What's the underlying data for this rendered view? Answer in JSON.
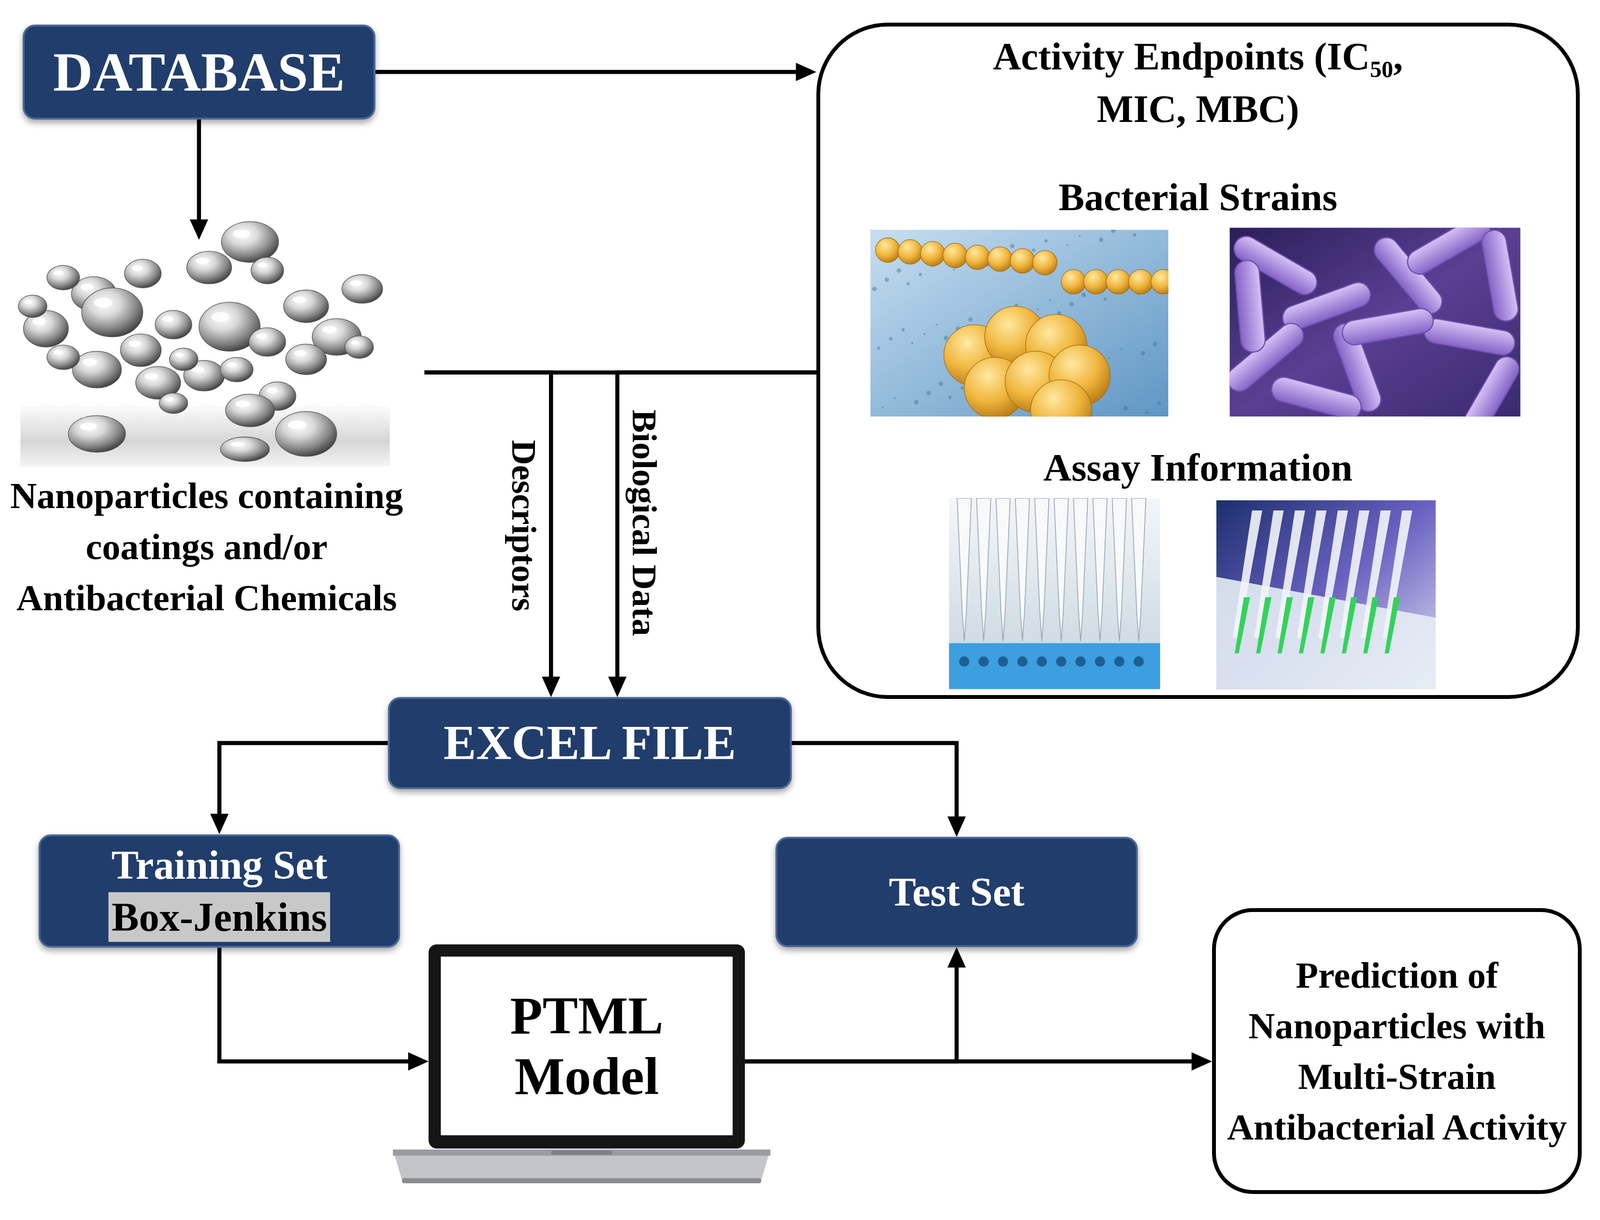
{
  "diagram": {
    "nodes": [
      {
        "text": [
          "DATABASE"
        ]
      },
      {
        "text": [
          "Activity Endpoints (IC₅₀, MIC, MBC)",
          "Bacterial Strains",
          "Assay Information"
        ]
      },
      {
        "text": [
          "Nanoparticles containing coatings and/or Antibacterial Chemicals"
        ]
      },
      {
        "text": [
          "EXCEL FILE"
        ]
      },
      {
        "text": [
          "Training Set",
          "Box-Jenkins"
        ]
      },
      {
        "text": [
          "Test Set"
        ]
      },
      {
        "text": [
          "PTML Model"
        ]
      },
      {
        "text": [
          "Prediction of Nanoparticles with Multi-Strain Antibacterial Activity"
        ]
      }
    ],
    "edges": [
      {
        "from": 0,
        "to": 1,
        "arrow": "to"
      },
      {
        "from": 0,
        "to": 2,
        "arrow": "to"
      },
      {
        "from": 2,
        "to": 1,
        "arrow": "none"
      },
      {
        "from": 2,
        "to": 3,
        "label": "Descriptors",
        "arrow": "to"
      },
      {
        "from": 1,
        "to": 3,
        "label": "Biological Data",
        "arrow": "to"
      },
      {
        "from": 3,
        "to": 4,
        "arrow": "to"
      },
      {
        "from": 3,
        "to": 5,
        "arrow": "to"
      },
      {
        "from": 4,
        "to": 6,
        "arrow": "to"
      },
      {
        "from": 6,
        "to": 5,
        "arrow": "to"
      },
      {
        "from": 6,
        "to": 7,
        "arrow": "to"
      }
    ]
  }
}
